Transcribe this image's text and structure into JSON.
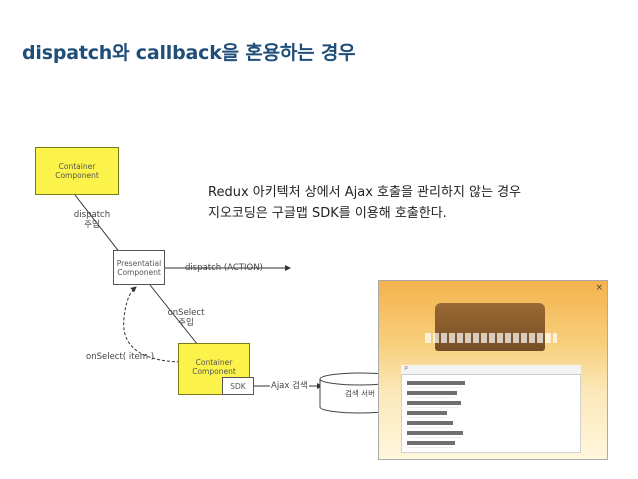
{
  "title": "dispatch와 callback을 혼용하는 경우",
  "boxes": {
    "container_top": [
      "Container",
      "Component"
    ],
    "presentational": [
      "Presentatial",
      "Component"
    ],
    "container_bottom": [
      "Container",
      "Component"
    ],
    "sdk": "SDK",
    "search_server": "검색 서버"
  },
  "labels": {
    "dispatch_inject": [
      "dispatch",
      "주입"
    ],
    "dispatch_action": "dispatch (ACTION)",
    "onselect_inject": [
      "onSelect",
      "주입"
    ],
    "onselect_item": "onSelect( item )",
    "ajax_search": "Ajax 검색"
  },
  "description": [
    "Redux 아키텍처 상에서 Ajax 호출을 관리하지 않는 경우",
    "지오코딩은 구글맵 SDK를 이용해 호출한다."
  ],
  "screenshot": {
    "close_icon": "×"
  },
  "colors": {
    "title": "#1f4e79",
    "component": "#fbf34a"
  }
}
